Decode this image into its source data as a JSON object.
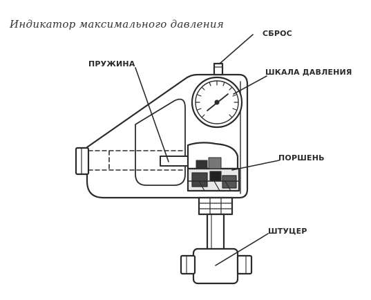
{
  "title": "Индикатор максимального давления",
  "labels": {
    "reset": "СБРОС",
    "spring": "ПРУЖИНА",
    "pressure_scale": "ШКАЛА ДАВЛЕНИЯ",
    "piston": "ПОРШЕНЬ",
    "fitting": "ШТУЦЕР"
  }
}
